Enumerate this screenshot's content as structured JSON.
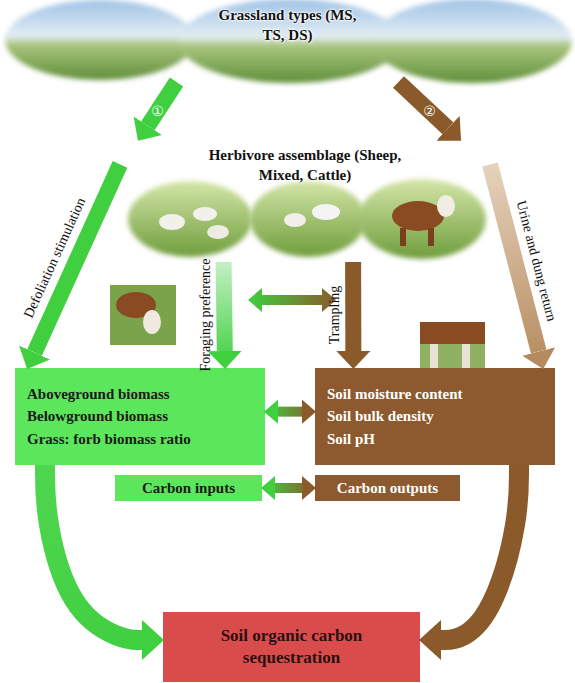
{
  "diagram": {
    "nodes": [
      {
        "text": [
          "Grassland types (MS, TS, DS)"
        ]
      },
      {
        "text": [
          "Herbivore assemblage (Sheep, Mixed, Cattle)"
        ]
      },
      {
        "text": [
          "Aboveground biomass",
          "Belowground biomass",
          "Grass: forb biomass ratio"
        ]
      },
      {
        "text": [
          "Soil moisture content",
          "Soil bulk density",
          "Soil pH"
        ]
      },
      {
        "text": [
          "Carbon inputs"
        ]
      },
      {
        "text": [
          "Carbon outputs"
        ]
      },
      {
        "text": [
          "Soil organic carbon sequestration"
        ]
      }
    ],
    "edges": [
      {
        "from": 0,
        "to": 1,
        "label": "①",
        "arrow": "to"
      },
      {
        "from": 0,
        "to": 1,
        "label": "②",
        "arrow": "to"
      },
      {
        "from": 1,
        "to": 2,
        "label": "Defoliation stimulation",
        "arrow": "to"
      },
      {
        "from": 1,
        "to": 2,
        "label": "Foraging preference",
        "arrow": "to"
      },
      {
        "from": 1,
        "to": 3,
        "label": "Trampling",
        "arrow": "to"
      },
      {
        "from": 1,
        "to": 3,
        "label": "Urine and dung return",
        "arrow": "to"
      },
      {
        "from": 2,
        "to": 3,
        "arrow": "both"
      },
      {
        "from": 4,
        "to": 5,
        "arrow": "both"
      },
      {
        "from": 2,
        "to": 6,
        "arrow": "to"
      },
      {
        "from": 3,
        "to": 6,
        "arrow": "to"
      }
    ]
  }
}
